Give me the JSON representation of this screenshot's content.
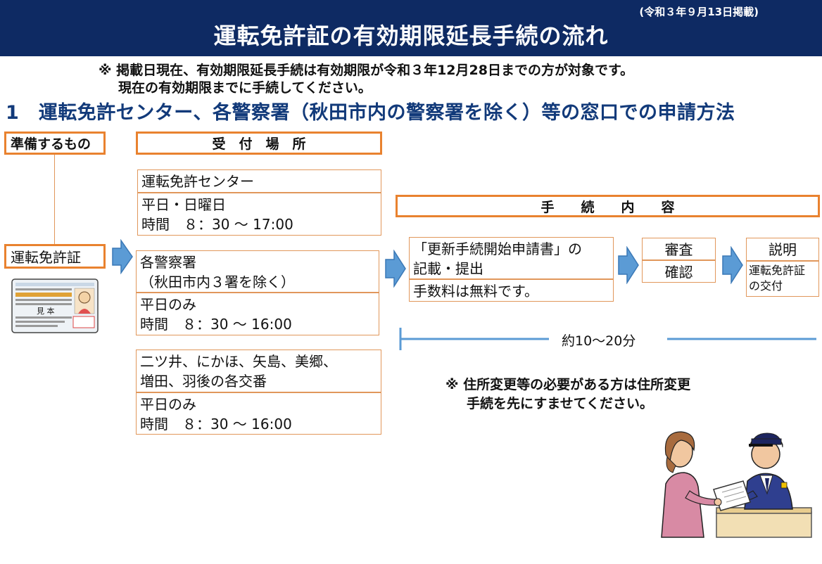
{
  "header": {
    "date_note": "(令和３年９月13日掲載)",
    "title": "運転免許証の有効期限延長手続の流れ"
  },
  "note_top": {
    "line1": "※ 掲載日現在、有効期限延長手続は有効期限が令和３年12月28日までの方が対象です。",
    "line2": "現在の有効期限までに手続してください。"
  },
  "section_title": "1　運転免許センター、各警察署（秋田市内の警察署を除く）等の窓口での申請方法",
  "prepare": {
    "label": "準備するもの",
    "item": "運転免許証"
  },
  "license_card": {
    "sample_text": "見 本"
  },
  "reception": {
    "label": "受　付　場　所",
    "places": [
      {
        "name_lines": [
          "運転免許センター"
        ],
        "days": "平日・日曜日",
        "hours": "時間　８：30 ～ 17:00"
      },
      {
        "name_lines": [
          "各警察署",
          "（秋田市内３署を除く）"
        ],
        "days": "平日のみ",
        "hours": "時間　８：30 ～ 16:00"
      },
      {
        "name_lines": [
          "二ツ井、にかほ、矢島、美郷、",
          "増田、羽後の各交番"
        ],
        "days": "平日のみ",
        "hours": "時間　８：30 ～ 16:00"
      }
    ]
  },
  "procedure": {
    "label": "手　　続　　内　　容",
    "step1": {
      "lines": [
        "「更新手続開始申請書」の",
        "記載・提出"
      ],
      "fee": "手数料は無料です。"
    },
    "step2": {
      "top": "審査",
      "bottom": "確認"
    },
    "step3": {
      "top": "説明",
      "bottom_lines": [
        "運転免許証",
        "の交付"
      ]
    },
    "duration": "約10～20分"
  },
  "note_bottom": {
    "line1": "※ 住所変更等の必要がある方は住所変更",
    "line2": "手続を先にすませてください。"
  },
  "colors": {
    "header_bg": "#0e2a63",
    "accent_orange": "#e9822f",
    "arrow_blue": "#5b9bd5",
    "title_blue": "#123a7a"
  }
}
